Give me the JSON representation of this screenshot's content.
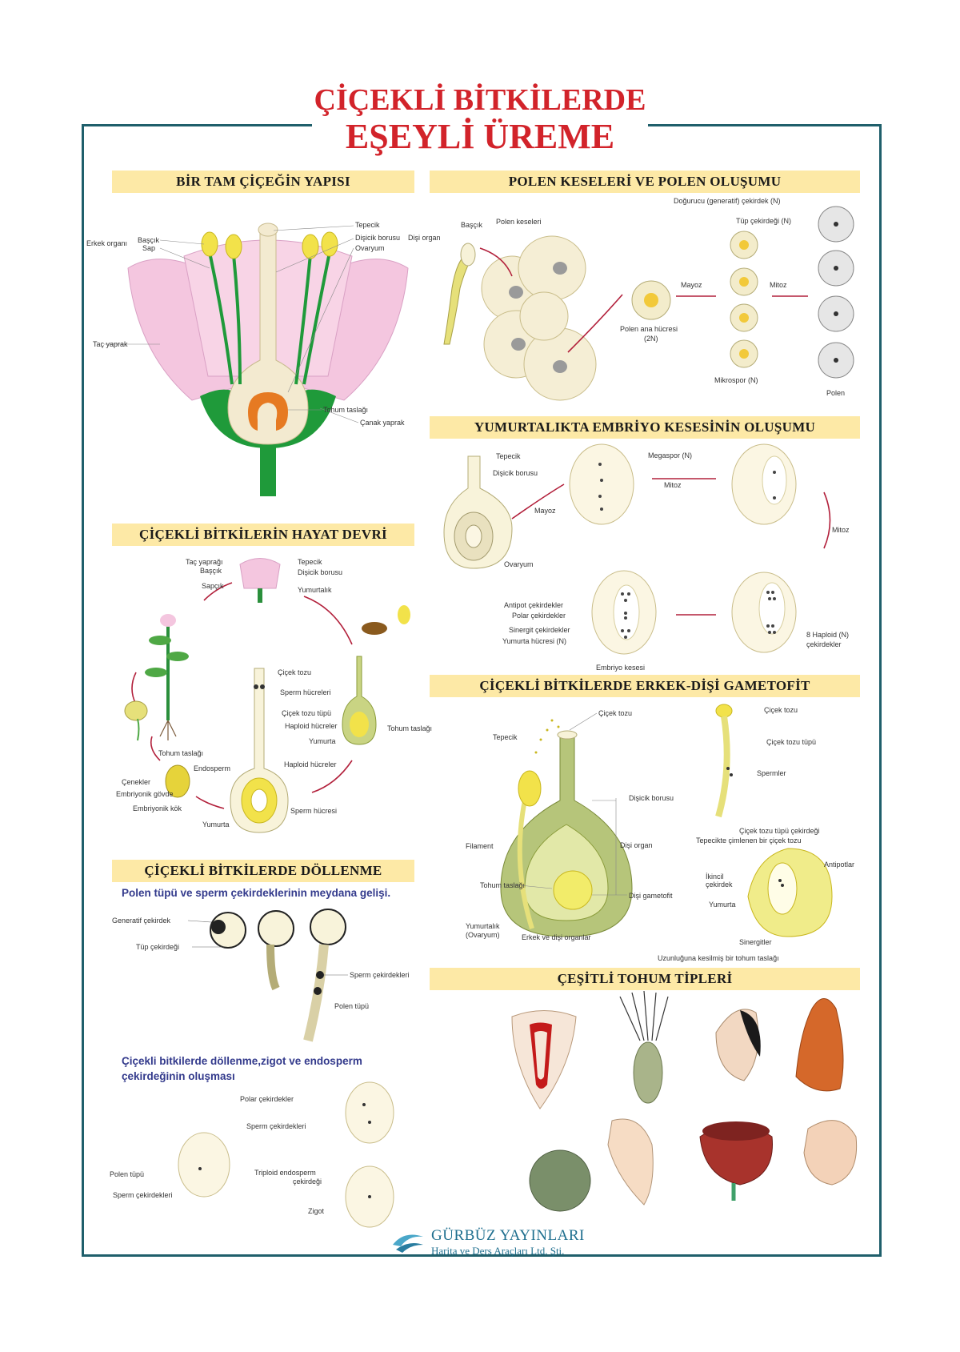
{
  "title": {
    "line1": "ÇİÇEKLİ BİTKİLERDE",
    "line2": "EŞEYLİ ÜREME"
  },
  "sections": {
    "flower": "BİR TAM ÇİÇEĞİN YAPISI",
    "pollen": "POLEN KESELERİ VE POLEN OLUŞUMU",
    "embryo_sac": "YUMURTALIKTA EMBRİYO KESESİNİN OLUŞUMU",
    "life_cycle": "ÇİÇEKLİ BİTKİLERİN HAYAT DEVRİ",
    "gametophyte": "ÇİÇEKLİ BİTKİLERDE ERKEK-DİŞİ GAMETOFİT",
    "fertilization": "ÇİÇEKLİ BİTKİLERDE DÖLLENME",
    "seeds": "ÇEŞİTLİ TOHUM TİPLERİ"
  },
  "flower_labels": {
    "erkek_organ": "Erkek organı",
    "bascik": "Başçık",
    "sap": "Sap",
    "tepecik": "Tepecik",
    "disicik_borusu": "Dişicik borusu",
    "disi_organ": "Dişi organ",
    "ovaryum": "Ovaryum",
    "tac_yaprak": "Taç yaprak",
    "tohum_taslagi": "Tohum taslağı",
    "canak_yaprak": "Çanak yaprak"
  },
  "pollen_labels": {
    "bascik": "Başçık",
    "polen_keseleri": "Polen keseleri",
    "dogurucu": "Doğurucu (generatif) çekirdek (N)",
    "tup_cekirdegi": "Tüp çekirdeği (N)",
    "mayoz": "Mayoz",
    "mitoz": "Mitoz",
    "polen_ana": "Polen ana hücresi",
    "polen_ana_2n": "(2N)",
    "mikrospor": "Mikrospor (N)",
    "polen": "Polen"
  },
  "embryo_labels": {
    "tepecik": "Tepecik",
    "disicik_borusu": "Dişicik borusu",
    "megaspor": "Megaspor (N)",
    "mitoz1": "Mitoz",
    "mayoz": "Mayoz",
    "mitoz2": "Mitoz",
    "ovaryum": "Ovaryum",
    "antipot": "Antipot çekirdekler",
    "polar": "Polar çekirdekler",
    "sinergit": "Sinergit çekirdekler",
    "yumurta": "Yumurta hücresi (N)",
    "haploid_1": "8 Haploid (N)",
    "haploid_2": "çekirdekler",
    "embriyo_kesesi": "Embriyo kesesi"
  },
  "life_labels": {
    "tac": "Taç yaprağı",
    "bascik": "Başçık",
    "sapcik": "Sapçık",
    "tepecik": "Tepecik",
    "disicik_borusu": "Dişicik borusu",
    "yumurtalik": "Yumurtalık",
    "cicek_tozu": "Çiçek tozu",
    "sperm_hucreleri": "Sperm hücreleri",
    "cicek_tozu_tupu": "Çiçek tozu tüpü",
    "haploid_hucre": "Haploid hücreler",
    "yumurta": "Yumurta",
    "tohum_taslagi_r": "Tohum taslağı",
    "tohum_taslagi": "Tohum taslağı",
    "endosperm": "Endosperm",
    "cenekler": "Çenekler",
    "embriyonik_govde": "Embriyonik gövde",
    "embriyonik_kok": "Embriyonik kök",
    "haploid_hucreler2": "Haploid hücreler",
    "sperm_hucresi": "Sperm hücresi",
    "yumurta2": "Yumurta"
  },
  "gameto_labels": {
    "cicek_tozu": "Çiçek tozu",
    "tepecik": "Tepecik",
    "disicik_borusu": "Dişicik borusu",
    "filament": "Filament",
    "disi_organ": "Dişi organ",
    "tohum_taslagi": "Tohum taslağı",
    "disi_gametofit": "Dişi gametofit",
    "yumurtalik": "Yumurtalık",
    "ovaryum": "(Ovaryum)",
    "erkek_disi": "Erkek ve dişi organlar",
    "cicek_tozu_r": "Çiçek tozu",
    "cicek_tozu_tupu": "Çiçek tozu tüpü",
    "spermler": "Spermler",
    "tup_cekirdegi": "Çiçek tozu tüpü çekirdeği",
    "tepecikte": "Tepecikte çimlenen bir çiçek tozu",
    "antipotlar": "Antipotlar",
    "ikincil": "İkincil",
    "ikincil2": "çekirdek",
    "yumurta": "Yumurta",
    "sinergitler": "Sinergitler",
    "uzunlugu": "Uzunluğuna kesilmiş bir tohum taslağı"
  },
  "fert_labels": {
    "sub1": "Polen tüpü ve sperm çekirdeklerinin meydana gelişi.",
    "generatif": "Generatif çekirdek",
    "tup": "Tüp çekirdeği",
    "sperm_cek": "Sperm çekirdekleri",
    "polen_tupu": "Polen tüpü",
    "sub2a": "Çiçekli bitkilerde döllenme,zigot ve endosperm",
    "sub2b": "çekirdeğinin oluşması",
    "polar": "Polar çekirdekler",
    "sperm2": "Sperm çekirdekleri",
    "polen_tupu2": "Polen tüpü",
    "sperm3": "Sperm çekirdekleri",
    "triploid1": "Triploid endosperm",
    "triploid2": "çekirdeği",
    "zigot": "Zigot"
  },
  "footer": {
    "brand": "GÜRBÜZ YAYINLARI",
    "brand2": "Harita ve Ders Araçları Ltd. Şti."
  },
  "colors": {
    "header_bg": "#fde9a6",
    "title": "#d2232a",
    "frame": "#1f5f6b",
    "petal": "#f4c6df",
    "stem": "#1f9a3a",
    "anther": "#f2e24a",
    "ovule": "#e67a22"
  }
}
